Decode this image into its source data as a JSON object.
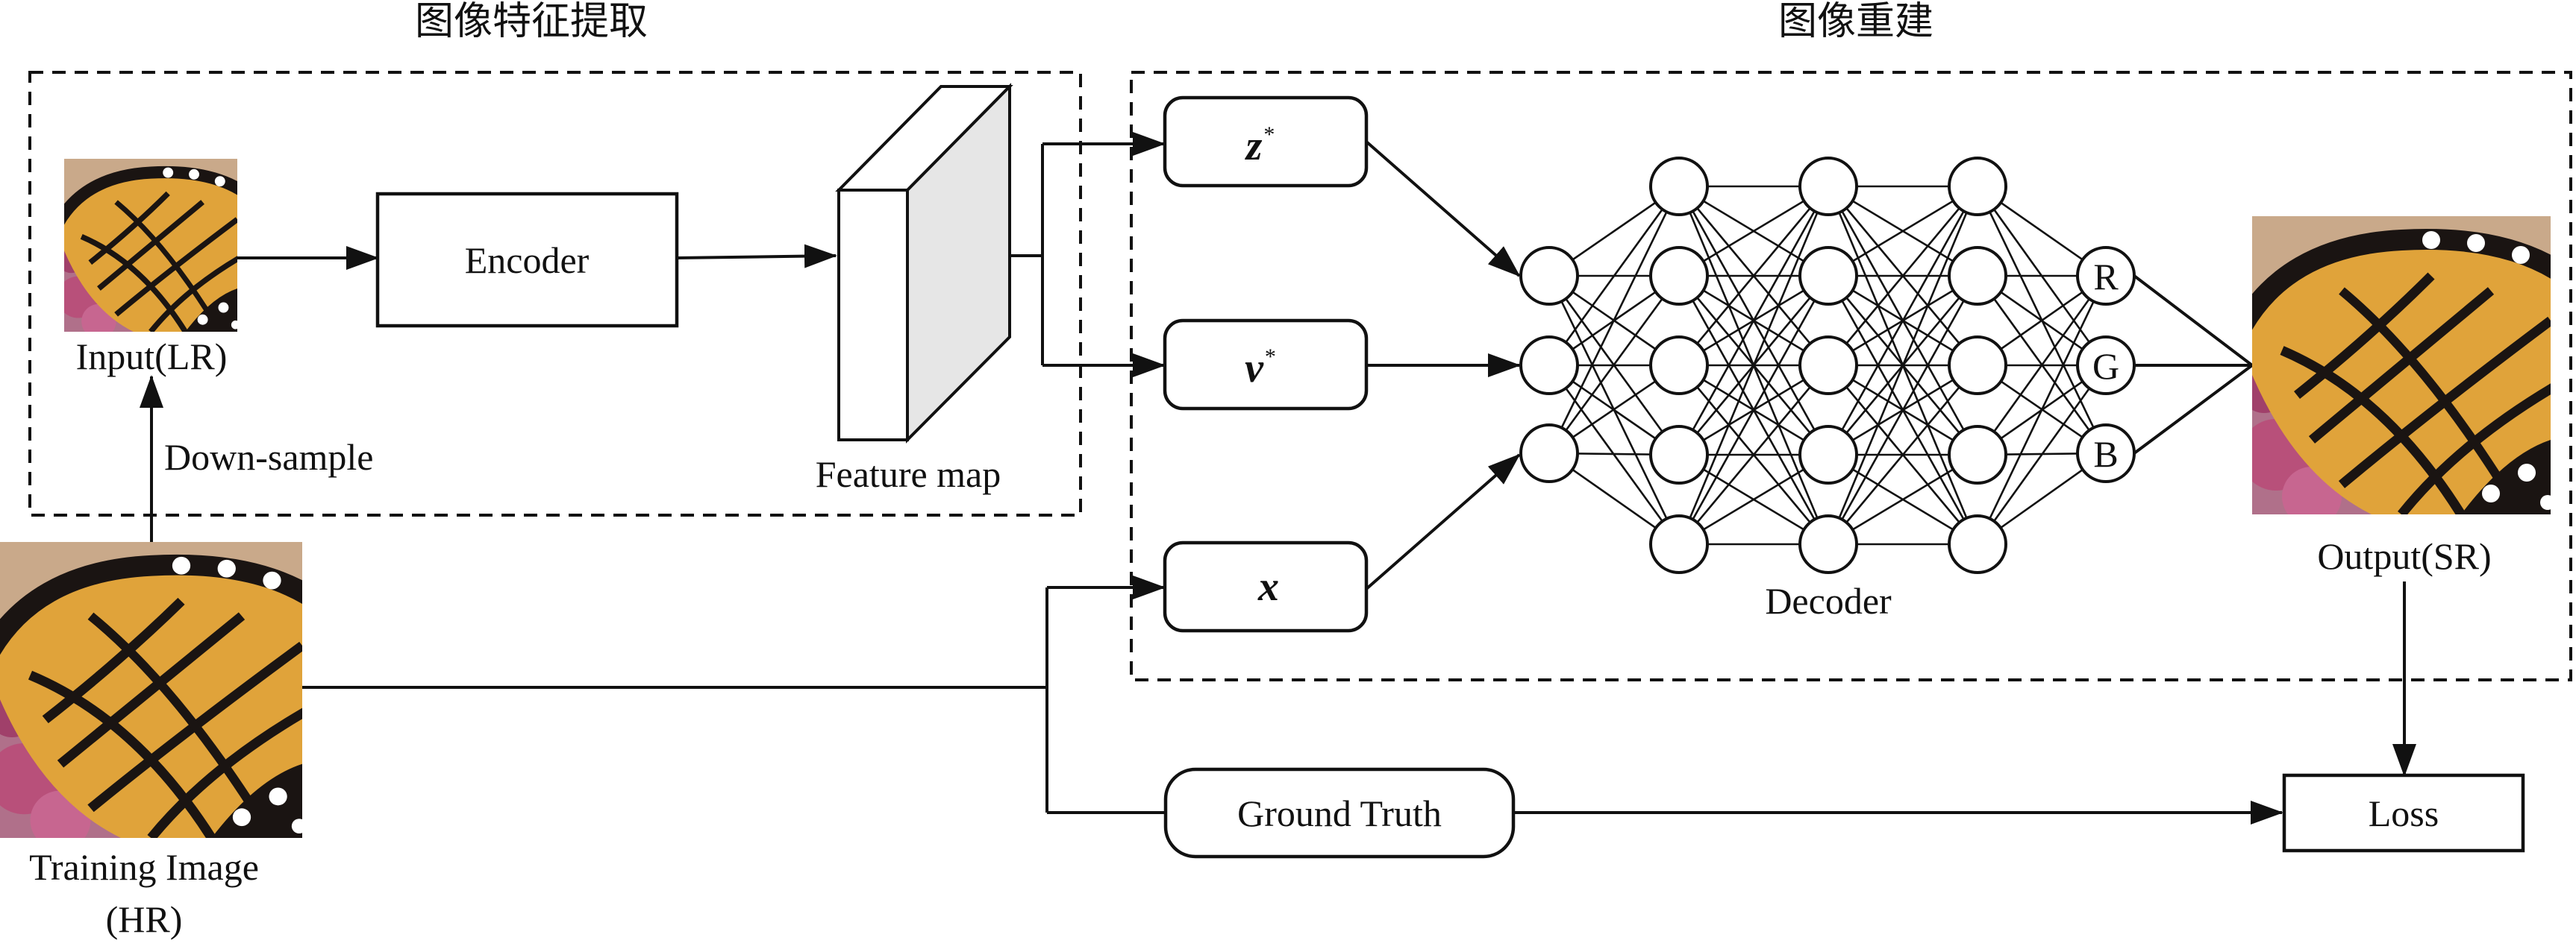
{
  "sections": {
    "feature_extraction_title": "图像特征提取",
    "reconstruction_title": "图像重建"
  },
  "labels": {
    "input_lr": "Input(LR)",
    "down_sample": "Down-sample",
    "encoder": "Encoder",
    "feature_map": "Feature map",
    "z_var": "z",
    "v_var": "v",
    "star": "*",
    "x_var": "x",
    "decoder": "Decoder",
    "out_r": "R",
    "out_g": "G",
    "out_b": "B",
    "output_sr": "Output(SR)",
    "training_image_line1": "Training Image",
    "training_image_line2": "(HR)",
    "ground_truth": "Ground Truth",
    "loss": "Loss"
  },
  "decoder_layers": [
    3,
    5,
    5,
    5,
    3
  ],
  "colors": {
    "line": "#111111",
    "feature_map_side": "#e6e6e6",
    "wing_orange": "#e0a33a",
    "wing_black": "#1a1412",
    "flower_pink": "#b8507a"
  }
}
